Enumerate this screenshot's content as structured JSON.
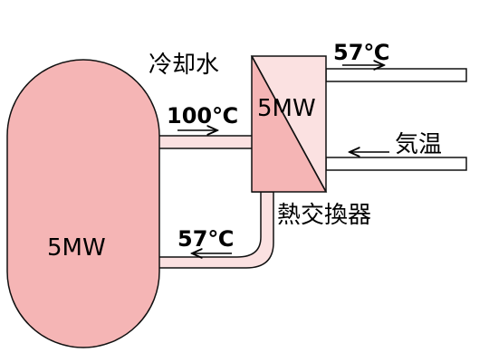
{
  "colors": {
    "vessel_fill": "#f5b5b5",
    "exchanger_hot": "#f5b5b5",
    "exchanger_cool": "#fbe1e1",
    "pipe_fill": "#fbe1e1",
    "outline": "#111111",
    "arrow": "#000000",
    "text": "#000000"
  },
  "labels": {
    "coolant": "冷却水",
    "top_temp": "57℃",
    "hot_temp": "100℃",
    "exchanger_power": "5MW",
    "air_temp": "気温",
    "heat_exchanger": "熱交換器",
    "return_temp": "57℃",
    "vessel_power": "5MW"
  },
  "arrows": [
    {
      "name": "hot-flow-arrow",
      "direction": "right"
    },
    {
      "name": "coolant-out-arrow",
      "direction": "right"
    },
    {
      "name": "air-in-arrow",
      "direction": "left"
    },
    {
      "name": "return-flow-arrow",
      "direction": "left"
    }
  ]
}
